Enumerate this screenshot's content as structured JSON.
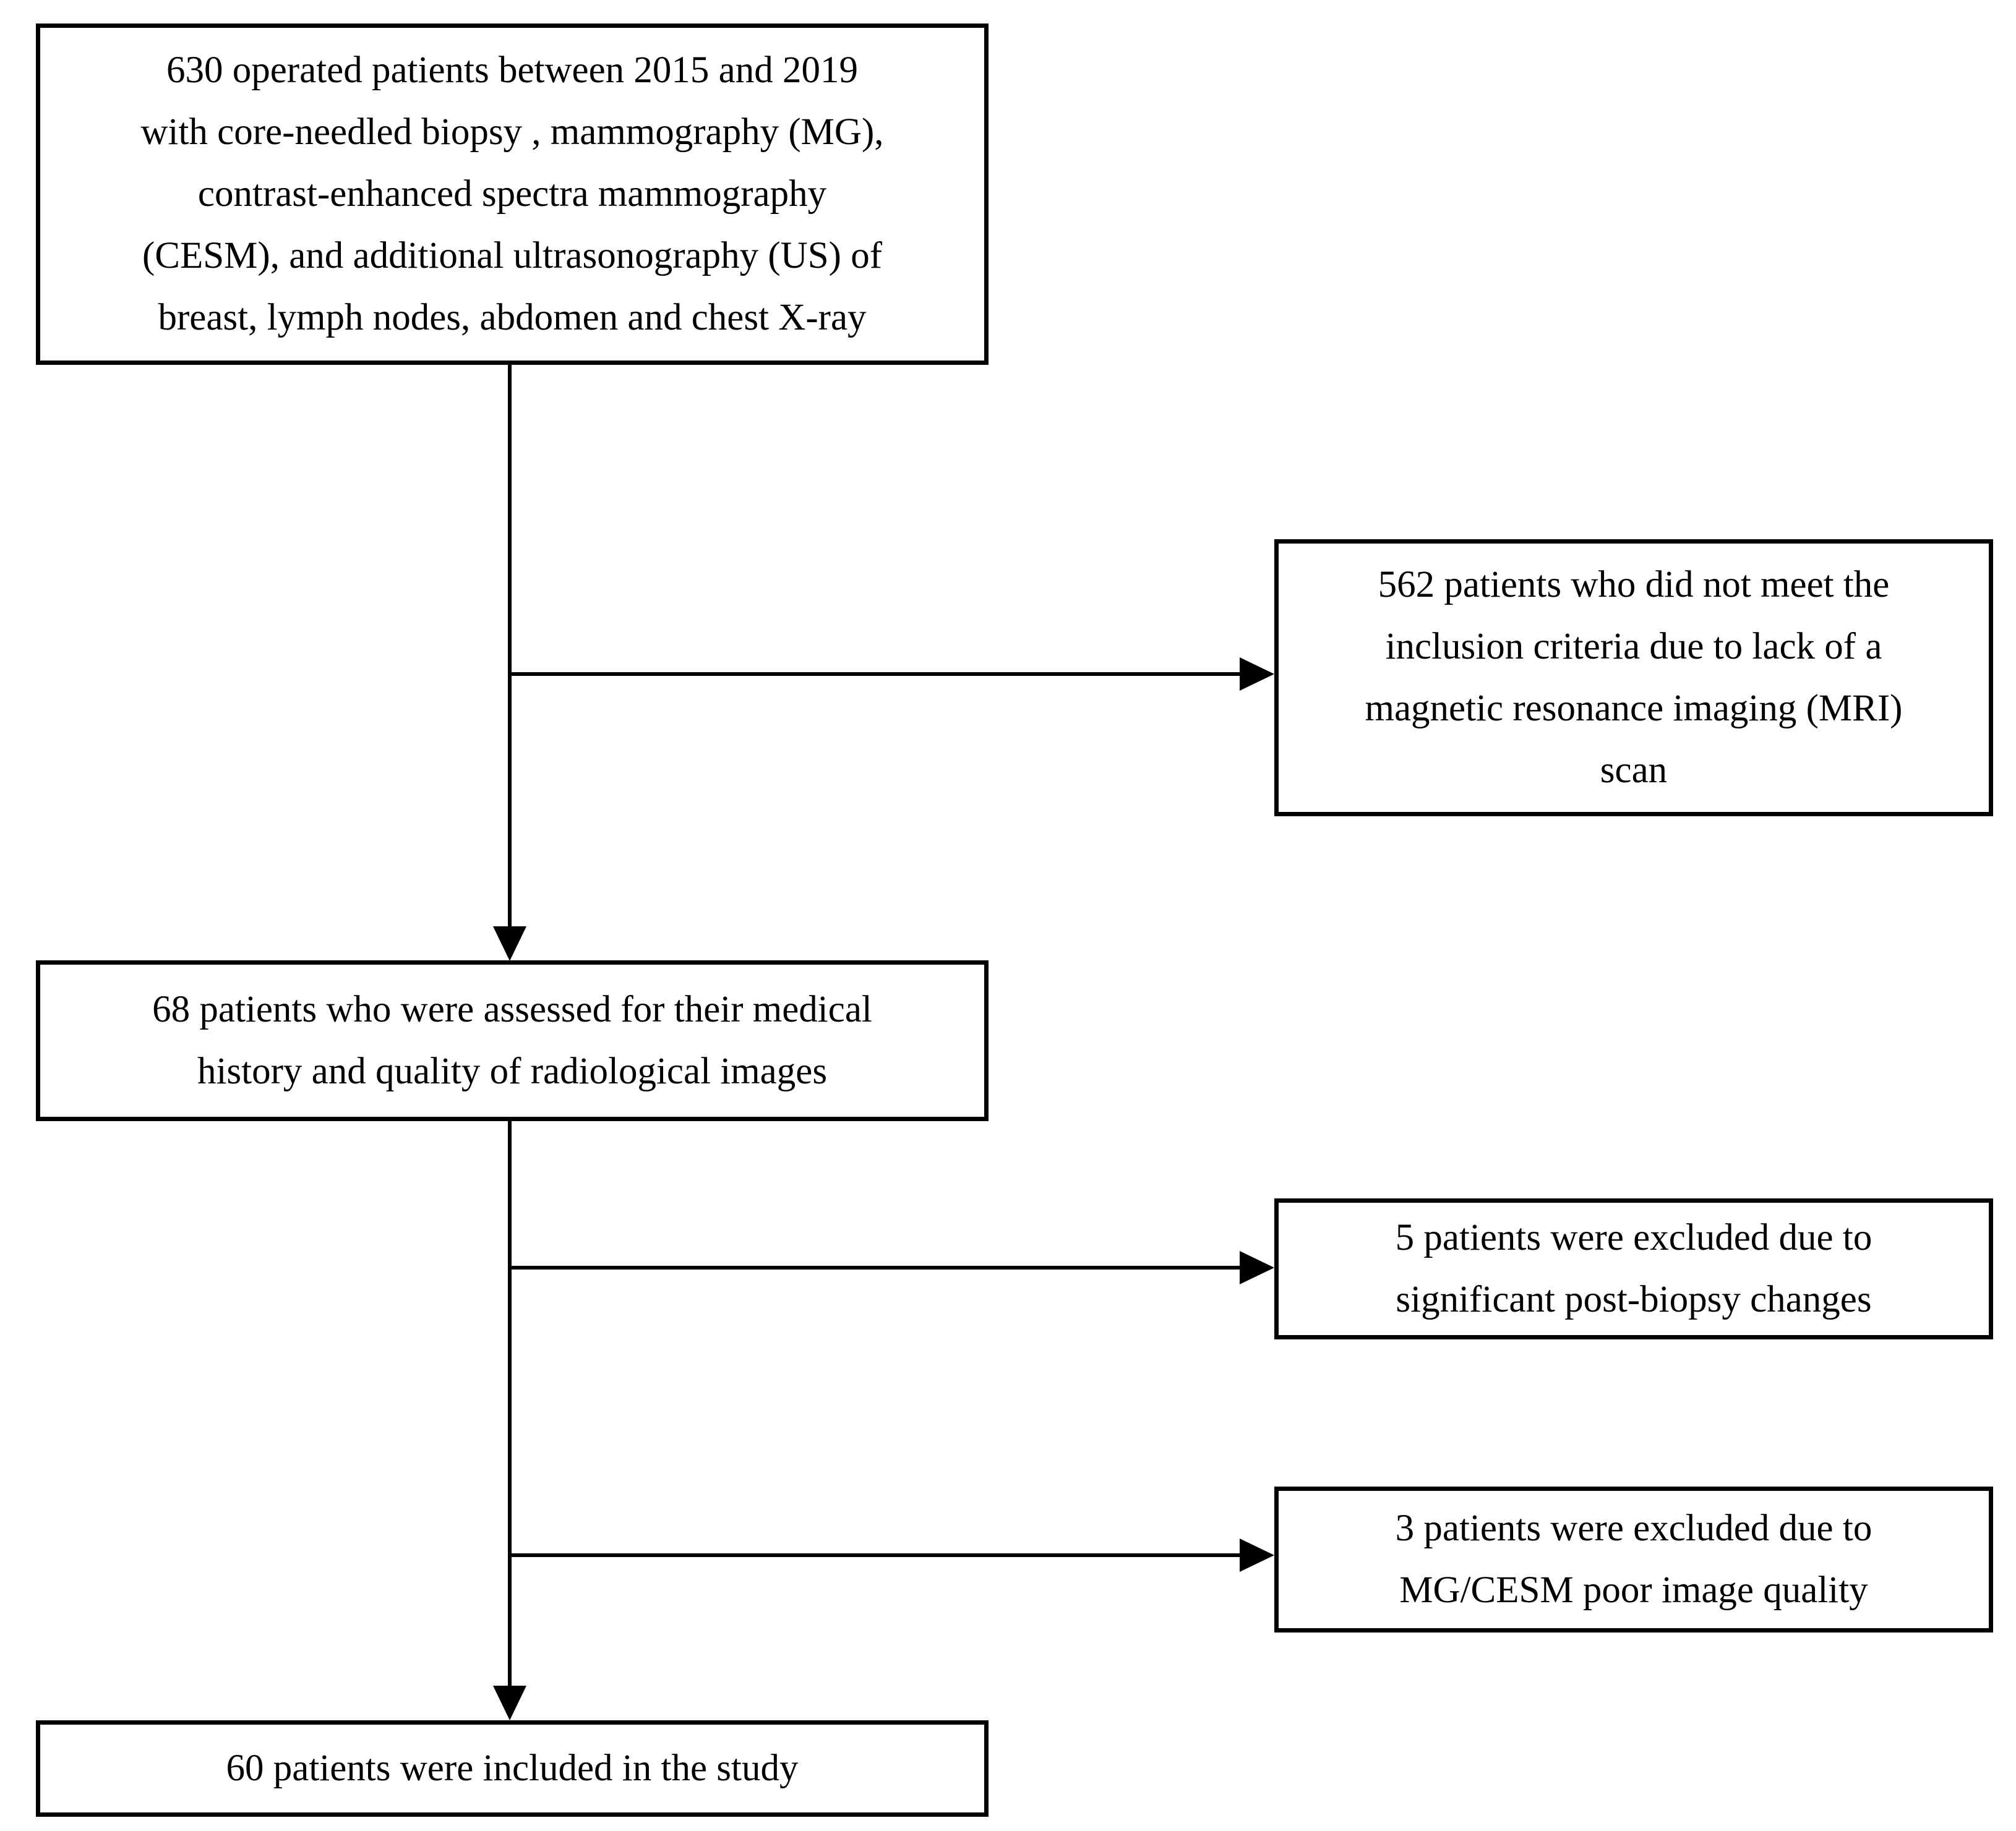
{
  "figure": {
    "type": "flowchart",
    "background_color": "#ffffff",
    "box_border_color": "#000000",
    "connector_color": "#000000",
    "text_color": "#000000"
  },
  "nodes": [
    {
      "id": "initial-cohort",
      "lines": [
        "630 operated patients between 2015 and 2019",
        "with core-needled biopsy , mammography (MG),",
        "contrast-enhanced spectra mammography",
        "(CESM), and additional ultrasonography (US) of",
        "breast, lymph nodes, abdomen and chest X-ray"
      ]
    },
    {
      "id": "excluded-no-mri",
      "lines": [
        "562 patients who did not meet the",
        "inclusion criteria due to lack of a",
        "magnetic resonance imaging (MRI)",
        "scan"
      ]
    },
    {
      "id": "assessed-patients",
      "lines": [
        "68 patients who were assessed for their medical",
        "history and quality of radiological images"
      ]
    },
    {
      "id": "excluded-post-biopsy",
      "lines": [
        "5 patients were excluded due to",
        "significant post-biopsy changes"
      ]
    },
    {
      "id": "excluded-image-quality",
      "lines": [
        "3 patients were excluded due to",
        "MG/CESM poor image quality"
      ]
    },
    {
      "id": "included-final",
      "lines": [
        "60 patients were included in the study"
      ]
    }
  ],
  "edges": [
    {
      "from": "initial-cohort",
      "to": "assessed-patients",
      "style": "vertical-arrow"
    },
    {
      "from": "initial-cohort",
      "to": "excluded-no-mri",
      "style": "horizontal-branch-arrow"
    },
    {
      "from": "assessed-patients",
      "to": "excluded-post-biopsy",
      "style": "horizontal-branch-arrow"
    },
    {
      "from": "assessed-patients",
      "to": "excluded-image-quality",
      "style": "horizontal-branch-arrow"
    },
    {
      "from": "assessed-patients",
      "to": "included-final",
      "style": "vertical-arrow"
    }
  ]
}
